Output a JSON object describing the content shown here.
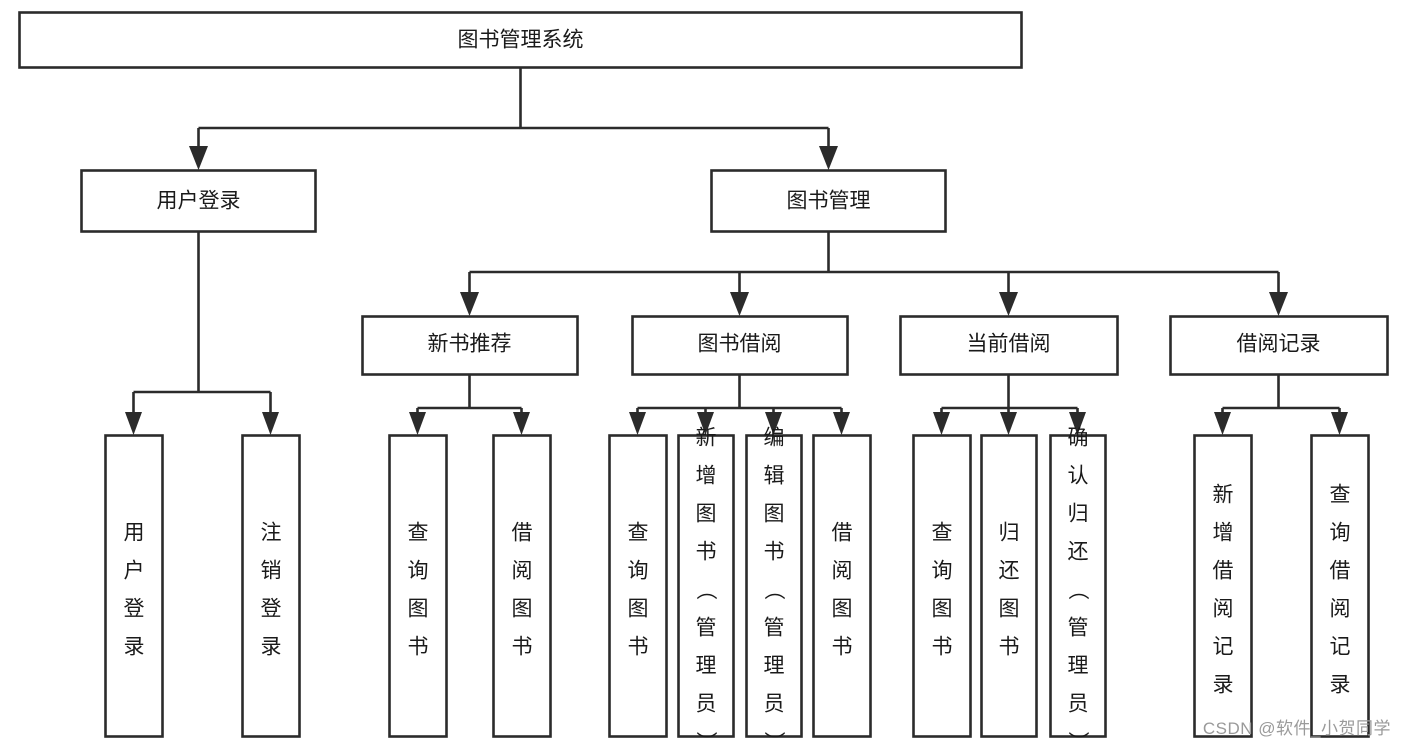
{
  "diagram": {
    "title": "图书管理系统",
    "type": "tree",
    "colors": {
      "box_stroke": "#2b2b2b",
      "box_fill": "#ffffff",
      "connector": "#2b2b2b",
      "text": "#1a1a1a",
      "watermark": "#9a9a9a",
      "background": "#ffffff"
    },
    "watermark": "CSDN @软件_小贺同学",
    "nodes": {
      "root": {
        "label": "图书管理系统"
      },
      "level2": [
        {
          "id": "user-login",
          "label": "用户登录"
        },
        {
          "id": "book-manage",
          "label": "图书管理"
        }
      ],
      "level3": [
        {
          "id": "new-book-rec",
          "label": "新书推荐"
        },
        {
          "id": "book-borrow",
          "label": "图书借阅"
        },
        {
          "id": "current-borrow",
          "label": "当前借阅"
        },
        {
          "id": "borrow-record",
          "label": "借阅记录"
        }
      ],
      "leaves": [
        {
          "id": "leaf-user-login",
          "label": "用户登录",
          "parent": "user-login"
        },
        {
          "id": "leaf-logout",
          "label": "注销登录",
          "parent": "user-login"
        },
        {
          "id": "leaf-query-book-1",
          "label": "查询图书",
          "parent": "new-book-rec"
        },
        {
          "id": "leaf-borrow-book-1",
          "label": "借阅图书",
          "parent": "new-book-rec"
        },
        {
          "id": "leaf-query-book-2",
          "label": "查询图书",
          "parent": "book-borrow"
        },
        {
          "id": "leaf-add-book",
          "label": "新增图书（管理员）",
          "parent": "book-borrow"
        },
        {
          "id": "leaf-edit-book",
          "label": "编辑图书（管理员）",
          "parent": "book-borrow"
        },
        {
          "id": "leaf-borrow-book-2",
          "label": "借阅图书",
          "parent": "book-borrow"
        },
        {
          "id": "leaf-query-book-3",
          "label": "查询图书",
          "parent": "current-borrow"
        },
        {
          "id": "leaf-return-book",
          "label": "归还图书",
          "parent": "current-borrow"
        },
        {
          "id": "leaf-confirm-return",
          "label": "确认归还（管理员）",
          "parent": "current-borrow"
        },
        {
          "id": "leaf-add-record",
          "label": "新增借阅记录",
          "parent": "borrow-record"
        },
        {
          "id": "leaf-query-record",
          "label": "查询借阅记录",
          "parent": "borrow-record"
        }
      ]
    }
  }
}
